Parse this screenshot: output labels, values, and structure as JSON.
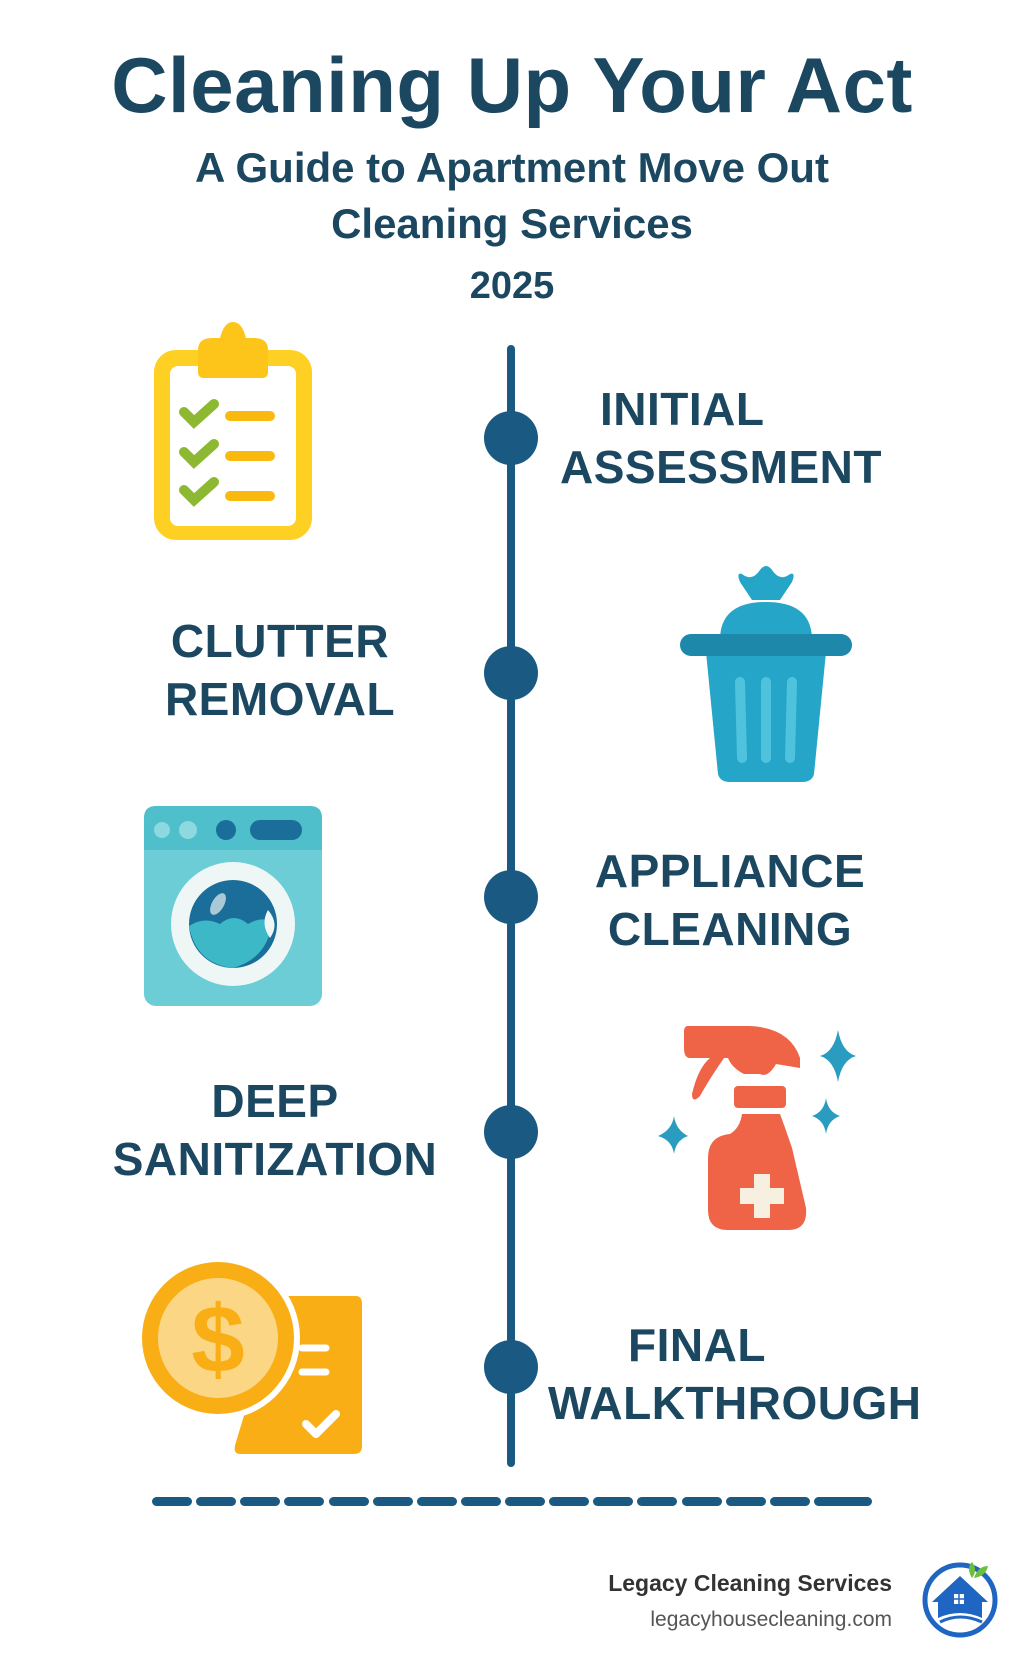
{
  "header": {
    "title": "Cleaning Up Your Act",
    "subtitle_line1": "A Guide to Apartment Move Out",
    "subtitle_line2": "Cleaning Services",
    "year": "2025"
  },
  "timeline": {
    "line_color": "#1a5a82",
    "steps": [
      {
        "line1": "INITIAL",
        "line2": "ASSESSMENT",
        "side": "right",
        "icon": "clipboard-checklist-icon"
      },
      {
        "line1": "CLUTTER",
        "line2": "REMOVAL",
        "side": "left",
        "icon": "trash-bin-icon"
      },
      {
        "line1": "APPLIANCE",
        "line2": "CLEANING",
        "side": "right",
        "icon": "washing-machine-icon"
      },
      {
        "line1": "DEEP",
        "line2": "SANITIZATION",
        "side": "left",
        "icon": "spray-bottle-icon"
      },
      {
        "line1": "FINAL",
        "line2": "WALKTHROUGH",
        "side": "right",
        "icon": "coin-invoice-icon"
      }
    ]
  },
  "colors": {
    "text_primary": "#1b4760",
    "clipboard_yellow": "#fdd023",
    "check_green": "#8cb832",
    "trash_blue": "#25a5c8",
    "washer_teal": "#6ccdd6",
    "spray_red": "#ef6347",
    "sparkle_blue": "#2a9cc0",
    "coin_orange": "#f9ae16",
    "logo_blue": "#1f66c2",
    "leaf_green": "#6cbf3b"
  },
  "footer": {
    "brand_name": "Legacy Cleaning Services",
    "brand_url": "legacyhousecleaning.com"
  }
}
